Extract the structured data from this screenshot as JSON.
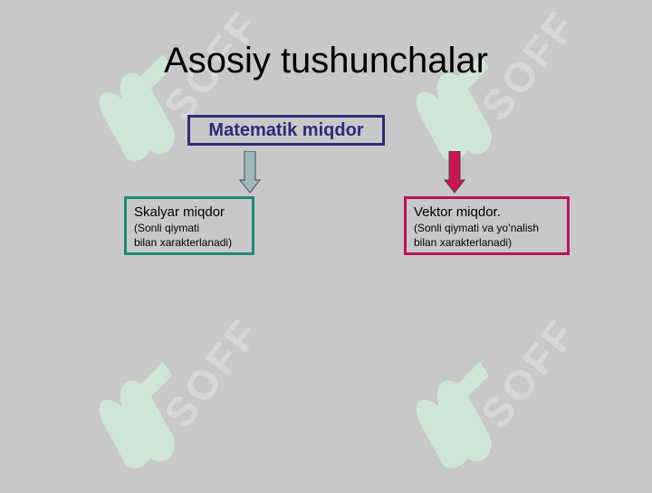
{
  "slide": {
    "title": "Asosiy tushunchalar",
    "root": {
      "label": "Matematik miqdor"
    },
    "children": [
      {
        "title": "Skalyar miqdor",
        "desc_line1": "(Sonli qiymati",
        "desc_line2": "bilan xarakterlanadi)"
      },
      {
        "title": "Vektor miqdor.",
        "desc_line1": "(Sonli qiymati va yo’nalish",
        "desc_line2": "bilan xarakterlanadi)"
      }
    ]
  },
  "watermark": {
    "text": "SOFF",
    "glyph": "ʃʃ"
  },
  "colors": {
    "background": "#c8c8c8",
    "root_border": "#2e2a7a",
    "scalar_border": "#1b8a7a",
    "vector_border": "#b8145a",
    "scalar_arrow": "#9fb8b8",
    "vector_arrow": "#cc1452",
    "watermark_green": "#d4eadc"
  }
}
